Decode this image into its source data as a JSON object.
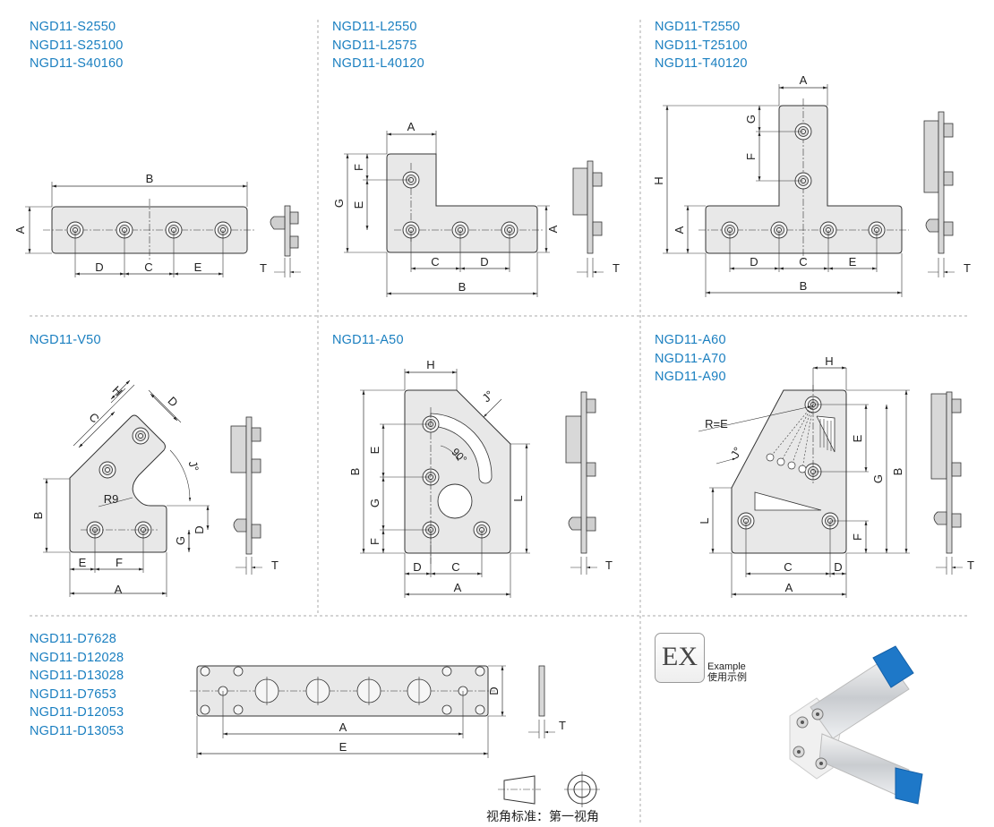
{
  "panels": {
    "s": {
      "models": [
        "NGD11-S2550",
        "NGD11-S25100",
        "NGD11-S40160"
      ],
      "dims": {
        "A": "A",
        "B": "B",
        "C": "C",
        "D": "D",
        "E": "E",
        "T": "T"
      }
    },
    "l": {
      "models": [
        "NGD11-L2550",
        "NGD11-L2575",
        "NGD11-L40120"
      ],
      "dims": {
        "A": "A",
        "B": "B",
        "C": "C",
        "D": "D",
        "E": "E",
        "F": "F",
        "G": "G",
        "T": "T"
      }
    },
    "t": {
      "models": [
        "NGD11-T2550",
        "NGD11-T25100",
        "NGD11-T40120"
      ],
      "dims": {
        "A": "A",
        "B": "B",
        "C": "C",
        "D": "D",
        "E": "E",
        "F": "F",
        "G": "G",
        "H": "H",
        "T": "T"
      }
    },
    "v": {
      "models": [
        "NGD11-V50"
      ],
      "dims": {
        "A": "A",
        "B": "B",
        "C": "C",
        "D": "D",
        "E": "E",
        "F": "F",
        "G": "G",
        "H": "H",
        "J": "J°",
        "R": "R9",
        "T": "T"
      }
    },
    "a50": {
      "models": [
        "NGD11-A50"
      ],
      "dims": {
        "A": "A",
        "B": "B",
        "C": "C",
        "D": "D",
        "E": "E",
        "F": "F",
        "G": "G",
        "H": "H",
        "J": "J°",
        "L": "L",
        "ang": "90°",
        "T": "T"
      }
    },
    "a60": {
      "models": [
        "NGD11-A60",
        "NGD11-A70",
        "NGD11-A90"
      ],
      "dims": {
        "A": "A",
        "B": "B",
        "C": "C",
        "D": "D",
        "E": "E",
        "F": "F",
        "G": "G",
        "H": "H",
        "J": "J°",
        "L": "L",
        "R": "R=E",
        "T": "T"
      }
    },
    "d": {
      "models": [
        "NGD11-D7628",
        "NGD11-D12028",
        "NGD11-D13028",
        "NGD11-D7653",
        "NGD11-D12053",
        "NGD11-D13053"
      ],
      "dims": {
        "A": "A",
        "D": "D",
        "E": "E",
        "T": "T"
      }
    }
  },
  "example": {
    "logo": "EX",
    "label_en": "Example",
    "label_cn": "使用示例",
    "cap_color": "#1e78c8"
  },
  "projection": {
    "label": "视角标准：第一视角"
  },
  "colors": {
    "title": "#1a7fc0"
  }
}
